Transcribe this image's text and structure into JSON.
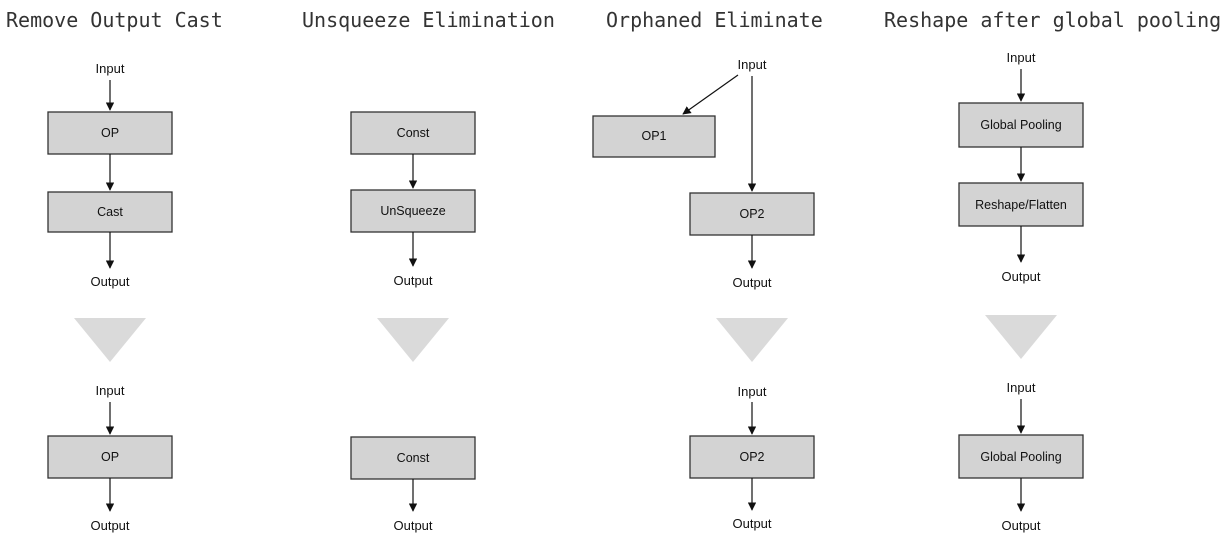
{
  "panels": [
    {
      "title": "Remove Output Cast",
      "before": {
        "input": "Input",
        "nodes": [
          "OP",
          "Cast"
        ],
        "output": "Output"
      },
      "after": {
        "input": "Input",
        "nodes": [
          "OP"
        ],
        "output": "Output"
      }
    },
    {
      "title": "Unsqueeze Elimination",
      "before": {
        "nodes": [
          "Const",
          "UnSqueeze"
        ],
        "output": "Output"
      },
      "after": {
        "nodes": [
          "Const"
        ],
        "output": "Output"
      }
    },
    {
      "title": "Orphaned Eliminate",
      "before": {
        "input": "Input",
        "orphan": "OP1",
        "nodes": [
          "OP2"
        ],
        "output": "Output"
      },
      "after": {
        "input": "Input",
        "nodes": [
          "OP2"
        ],
        "output": "Output"
      }
    },
    {
      "title": "Reshape after global pooling",
      "before": {
        "input": "Input",
        "nodes": [
          "Global Pooling",
          "Reshape/Flatten"
        ],
        "output": "Output"
      },
      "after": {
        "input": "Input",
        "nodes": [
          "Global Pooling"
        ],
        "output": "Output"
      }
    }
  ],
  "colors": {
    "node_fill": "#d3d3d3",
    "node_stroke": "#333333",
    "transform_arrow": "#dadada"
  }
}
